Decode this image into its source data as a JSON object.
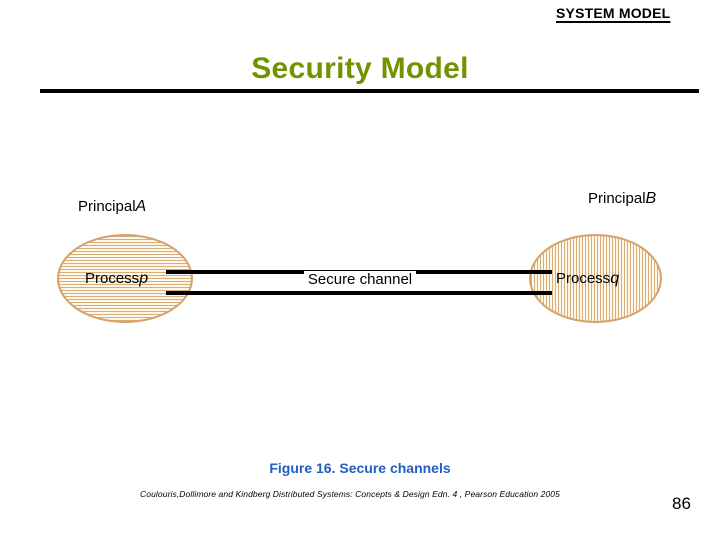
{
  "header": {
    "kicker": "SYSTEM MODEL",
    "title": "Security Model"
  },
  "diagram": {
    "principal_a": {
      "prefix": "Principal",
      "name": "A"
    },
    "principal_b": {
      "prefix": "Principal",
      "name": "B"
    },
    "process_p": {
      "prefix": "Process",
      "name": "p"
    },
    "process_q": {
      "prefix": "Process",
      "name": "q"
    },
    "channel_label": "Secure channel"
  },
  "footer": {
    "figure_caption": "Figure 16. Secure channels",
    "attribution": "Coulouris,Dollimore and Kindberg  Distributed Systems: Concepts & Design  Edn. 4 , Pearson Education 2005",
    "page_number": "86"
  },
  "colors": {
    "title_green": "#6f9400",
    "caption_blue": "#1f5fc0",
    "node_border_tan": "#d4a26a",
    "node_fill_cream": "#fdf6ea",
    "node_hatch_tan": "#d9ad77",
    "rule_black": "#000000"
  }
}
